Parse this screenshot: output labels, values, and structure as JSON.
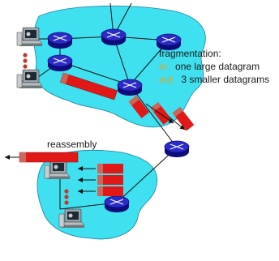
{
  "labels": {
    "fragmentation_title": "fragmentation:",
    "in_label": "in:",
    "in_text": "one large datagram",
    "out_label": "out:",
    "out_text": "3 smaller datagrams",
    "reassembly": "reassembly"
  },
  "colors": {
    "cloud": "#3fe0f0",
    "router_top": "#2b2bc8",
    "router_side": "#0d0d7a",
    "datagram_red": "#e01818",
    "datagram_tail": "#c9685a",
    "label_highlight": "#e8a317",
    "label_text": "#1a1a1a"
  },
  "icons": {
    "router": "router-icon",
    "host": "host-computer-icon",
    "datagram": "datagram-packet-icon",
    "cloud": "network-cloud-icon",
    "ellipsis": "vertical-dots-icon"
  }
}
